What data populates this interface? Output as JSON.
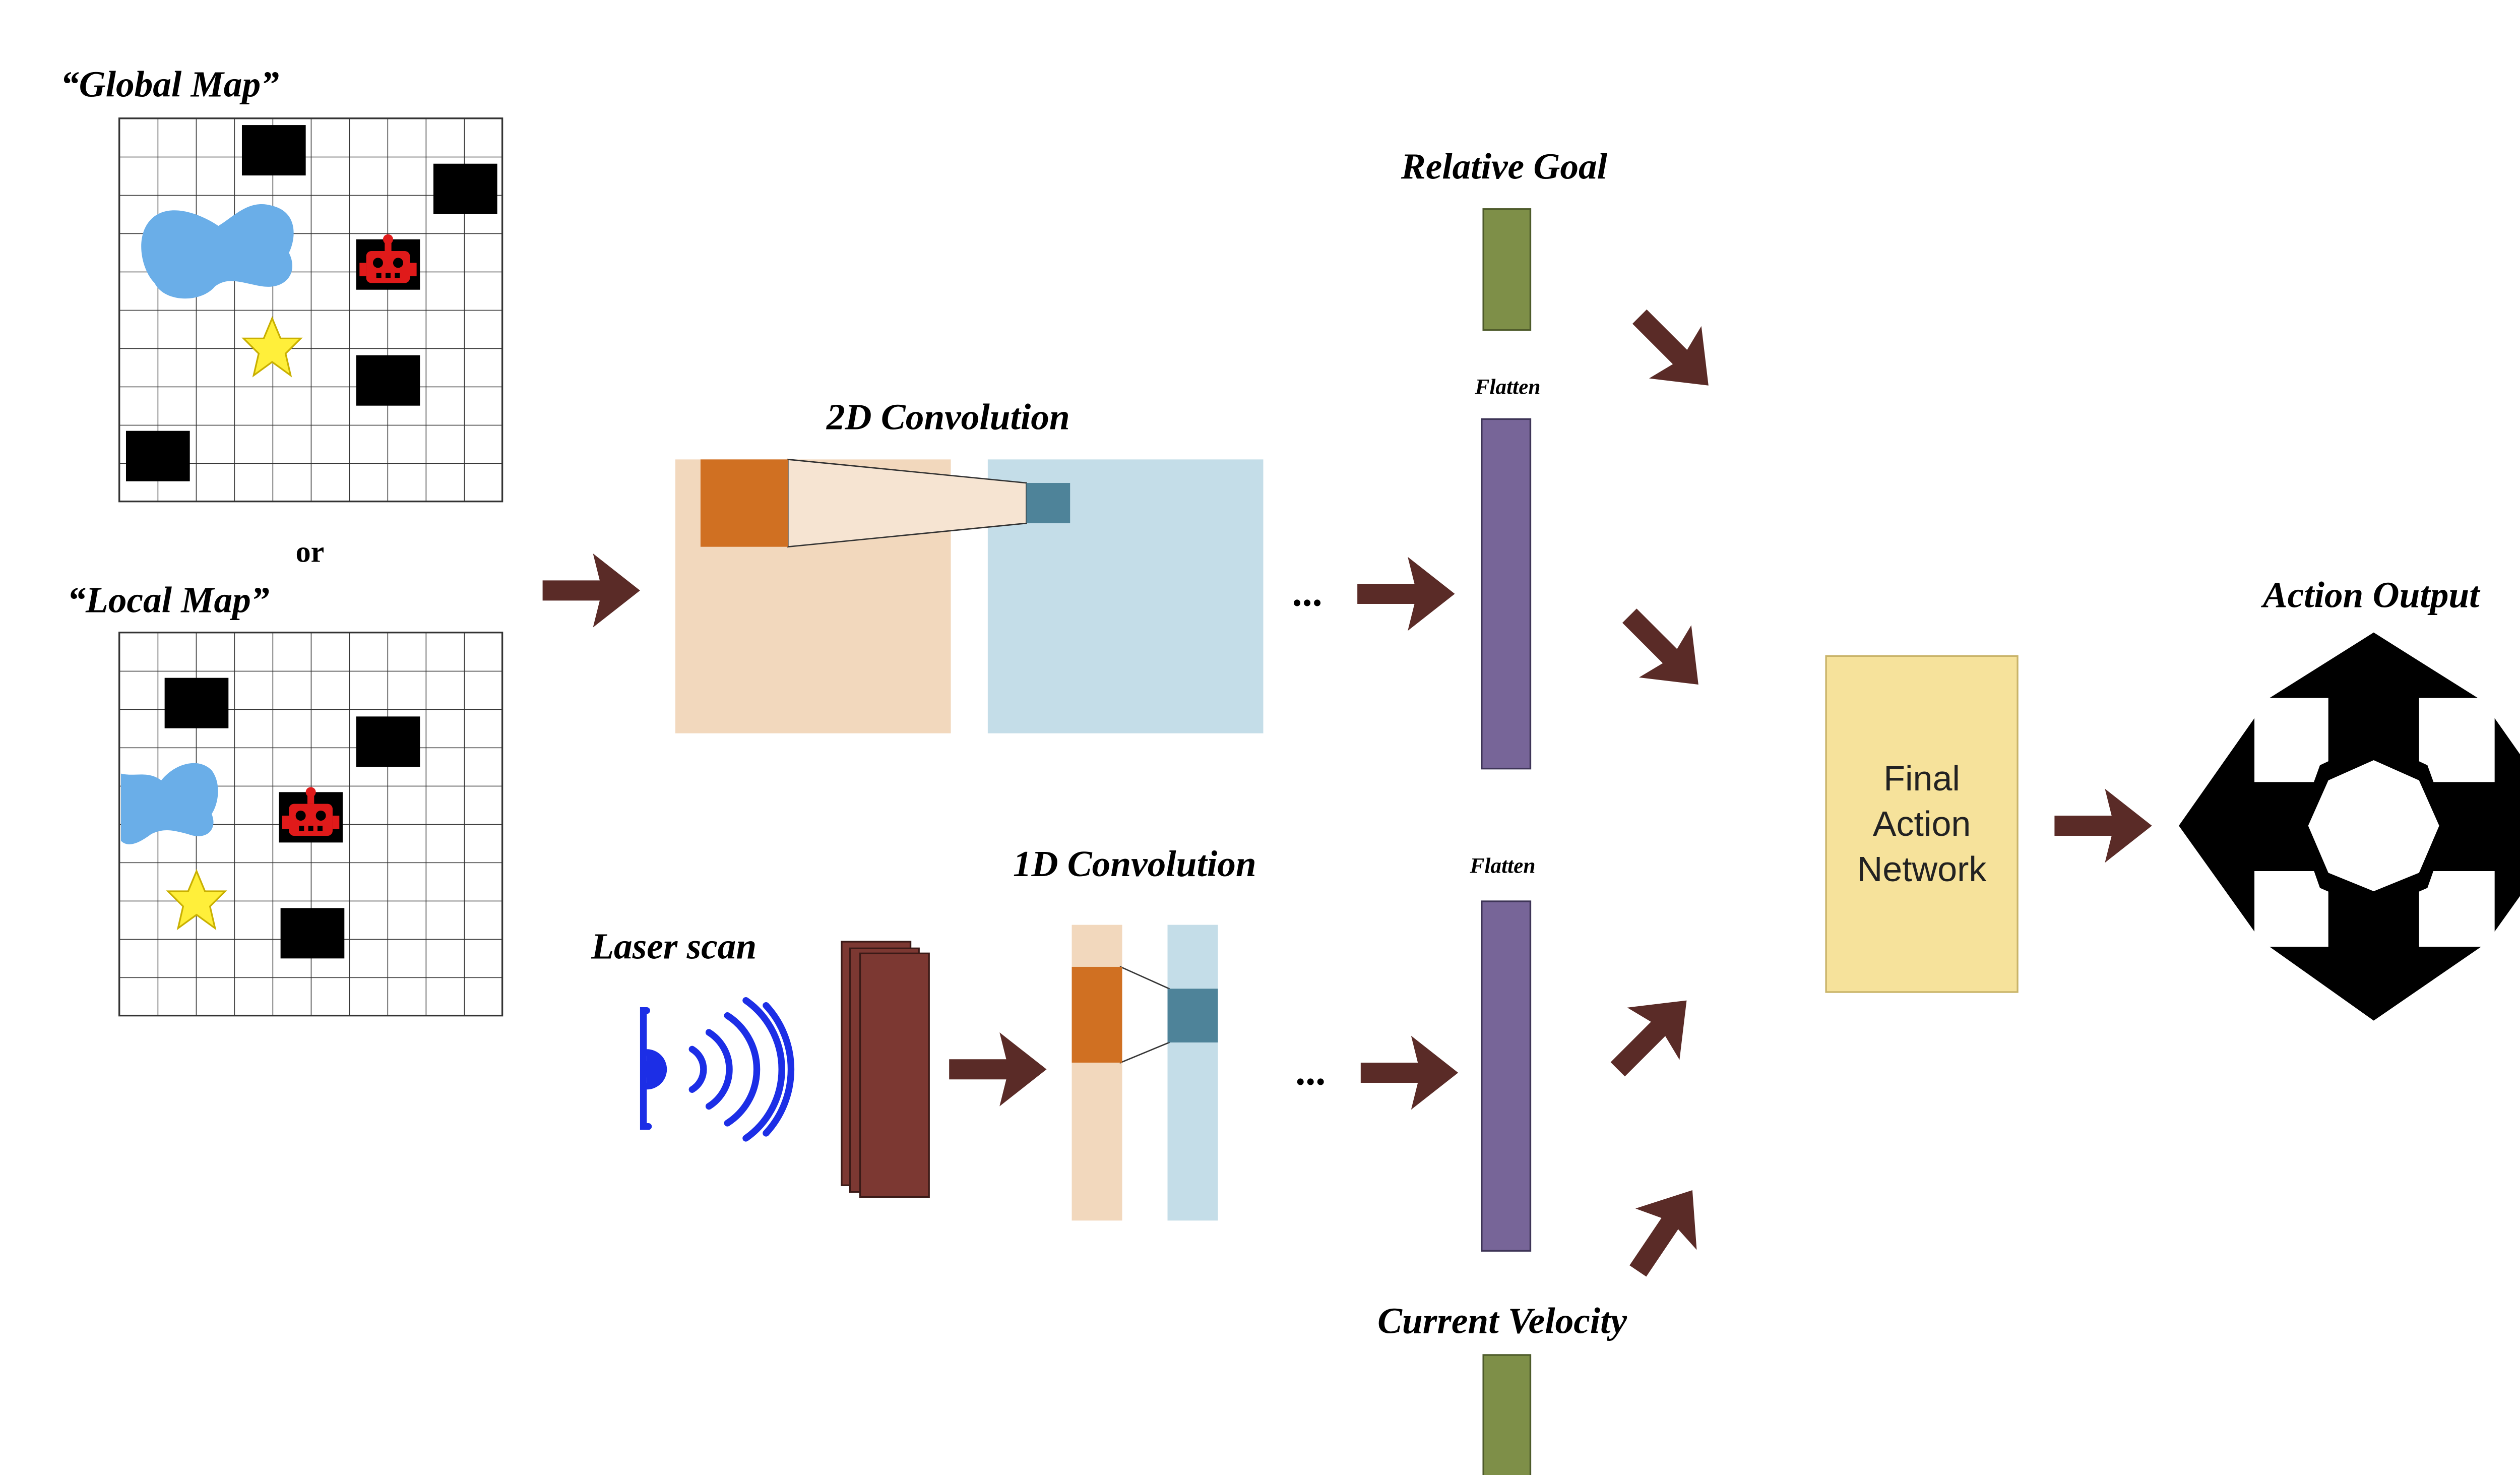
{
  "labels": {
    "global_map": "“Global Map”",
    "or": "or",
    "local_map": "“Local Map”",
    "conv2d": "2D Convolution",
    "conv1d": "1D Convolution",
    "laser_scan": "Laser scan",
    "relative_goal": "Relative Goal",
    "current_velocity": "Current Velocity",
    "flatten_top": "Flatten",
    "flatten_bottom": "Flatten",
    "ellipsis_top": "...",
    "ellipsis_bottom": "...",
    "final_network": [
      "Final",
      "Action",
      "Network"
    ],
    "action_output": "Action Output"
  },
  "colors": {
    "arrow": "#5a2b27",
    "water": "#6aaee8",
    "star": "#ffef3a",
    "robot": "#e01a1a",
    "input_map": "#f2d8bd",
    "feature_map": "#c4dde8",
    "kernel": "#d07022",
    "kernel_out": "#4e8399",
    "flatten_vec": "#776598",
    "vector_small": "#7e8f48",
    "laser_stack": "#7c3832",
    "laser_icon": "#1c2ee6",
    "final_network": "#f6e29b",
    "action_output": "#000000"
  },
  "icons": [
    "obstacle-icon",
    "water-icon",
    "goal-star-icon",
    "robot-icon",
    "laser-sensor-icon",
    "action-arrows-icon"
  ]
}
